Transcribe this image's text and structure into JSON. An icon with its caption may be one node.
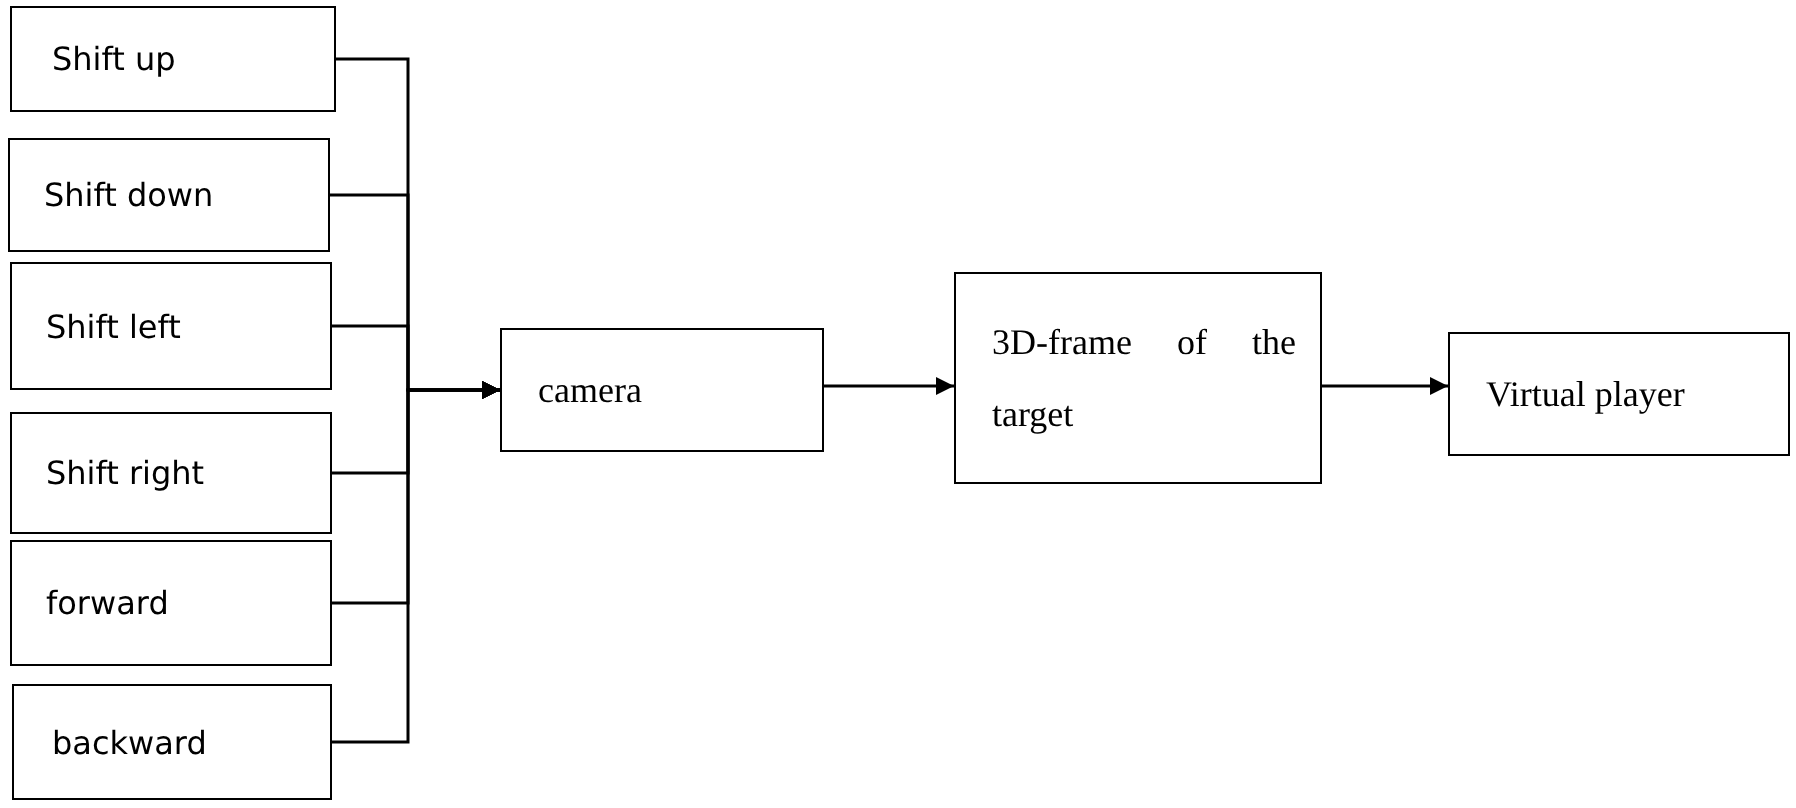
{
  "diagram": {
    "nodes": [
      {
        "text": [
          "Shift up"
        ]
      },
      {
        "text": [
          "Shift down"
        ]
      },
      {
        "text": [
          "Shift left"
        ]
      },
      {
        "text": [
          "Shift right"
        ]
      },
      {
        "text": [
          "forward"
        ]
      },
      {
        "text": [
          "backward"
        ]
      },
      {
        "text": [
          "camera"
        ]
      },
      {
        "text": [
          "3D-frame of the target"
        ]
      },
      {
        "text": [
          "Virtual player"
        ]
      }
    ],
    "edges": [
      {
        "from": 0,
        "to": 6,
        "arrow": "to"
      },
      {
        "from": 1,
        "to": 6,
        "arrow": "to"
      },
      {
        "from": 2,
        "to": 6,
        "arrow": "to"
      },
      {
        "from": 3,
        "to": 6,
        "arrow": "to"
      },
      {
        "from": 4,
        "to": 6,
        "arrow": "to"
      },
      {
        "from": 5,
        "to": 6,
        "arrow": "to"
      },
      {
        "from": 6,
        "to": 7,
        "arrow": "to"
      },
      {
        "from": 7,
        "to": 8,
        "arrow": "to"
      }
    ]
  }
}
